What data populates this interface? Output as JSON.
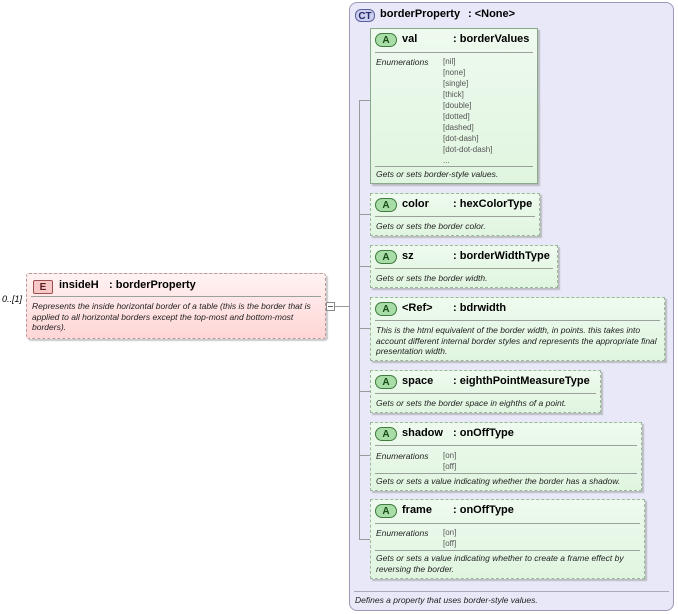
{
  "element": {
    "multiplicity": "0..[1]",
    "badge": "E",
    "name": "insideH",
    "type": ": borderProperty",
    "description": "Represents the inside horizontal border of a table (this is the border that is applied to all horizontal borders except the top-most and bottom-most borders)."
  },
  "complex_type": {
    "badge": "CT",
    "name": "borderProperty",
    "type": ": <None>",
    "description": "Defines a property that uses border-style values."
  },
  "attributes": [
    {
      "badge": "A",
      "name": "val",
      "type": ": borderValues",
      "enum_label": "Enumerations",
      "enumerations": [
        "[nil]",
        "[none]",
        "[single]",
        "[thick]",
        "[double]",
        "[dotted]",
        "[dashed]",
        "[dot-dash]",
        "[dot-dot-dash]",
        "..."
      ],
      "description": "Gets or sets border-style values."
    },
    {
      "badge": "A",
      "name": "color",
      "type": ": hexColorType",
      "description": "Gets or sets the border color."
    },
    {
      "badge": "A",
      "name": "sz",
      "type": ": borderWidthType",
      "description": "Gets or sets the border width."
    },
    {
      "badge": "A",
      "name": "<Ref>",
      "type": ": bdrwidth",
      "description": "This is the html equivalent of the border width, in points.  this takes into account different internal border styles and represents the appropriate final presentation width."
    },
    {
      "badge": "A",
      "name": "space",
      "type": ": eighthPointMeasureType",
      "description": "Gets or sets the border space in eighths of a point."
    },
    {
      "badge": "A",
      "name": "shadow",
      "type": ": onOffType",
      "enum_label": "Enumerations",
      "enumerations": [
        "[on]",
        "[off]"
      ],
      "description": "Gets or sets a value indicating whether the border has a shadow."
    },
    {
      "badge": "A",
      "name": "frame",
      "type": ": onOffType",
      "enum_label": "Enumerations",
      "enumerations": [
        "[on]",
        "[off]"
      ],
      "description": "Gets or sets a value indicating whether to create a frame effect by reversing the border."
    }
  ]
}
